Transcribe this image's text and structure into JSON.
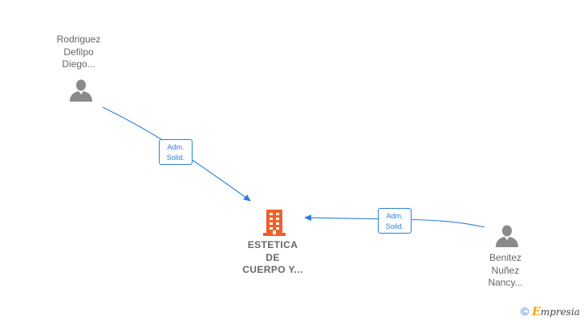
{
  "nodes": {
    "person_top": {
      "line1": "Rodriguez",
      "line2": "Defilpo",
      "line3": "Diego..."
    },
    "company": {
      "line1": "ESTETICA",
      "line2": "DE",
      "line3": "CUERPO Y..."
    },
    "person_right": {
      "line1": "Benitez",
      "line2": "Nuñez",
      "line3": "Nancy..."
    }
  },
  "edges": [
    {
      "from": "person_top",
      "to": "company",
      "label_line1": "Adm.",
      "label_line2": "Solid."
    },
    {
      "from": "person_right",
      "to": "company",
      "label_line1": "Adm.",
      "label_line2": "Solid."
    }
  ],
  "footer": {
    "copyright_symbol": "©",
    "brand_initial": "E",
    "brand_rest": "mpresia"
  },
  "colors": {
    "link": "#2f7ed8",
    "company_icon": "#f0602a",
    "person_icon": "#8a8a8a",
    "label_text": "#666666"
  },
  "icons": {
    "person": "person-silhouette-icon",
    "company": "building-icon"
  }
}
